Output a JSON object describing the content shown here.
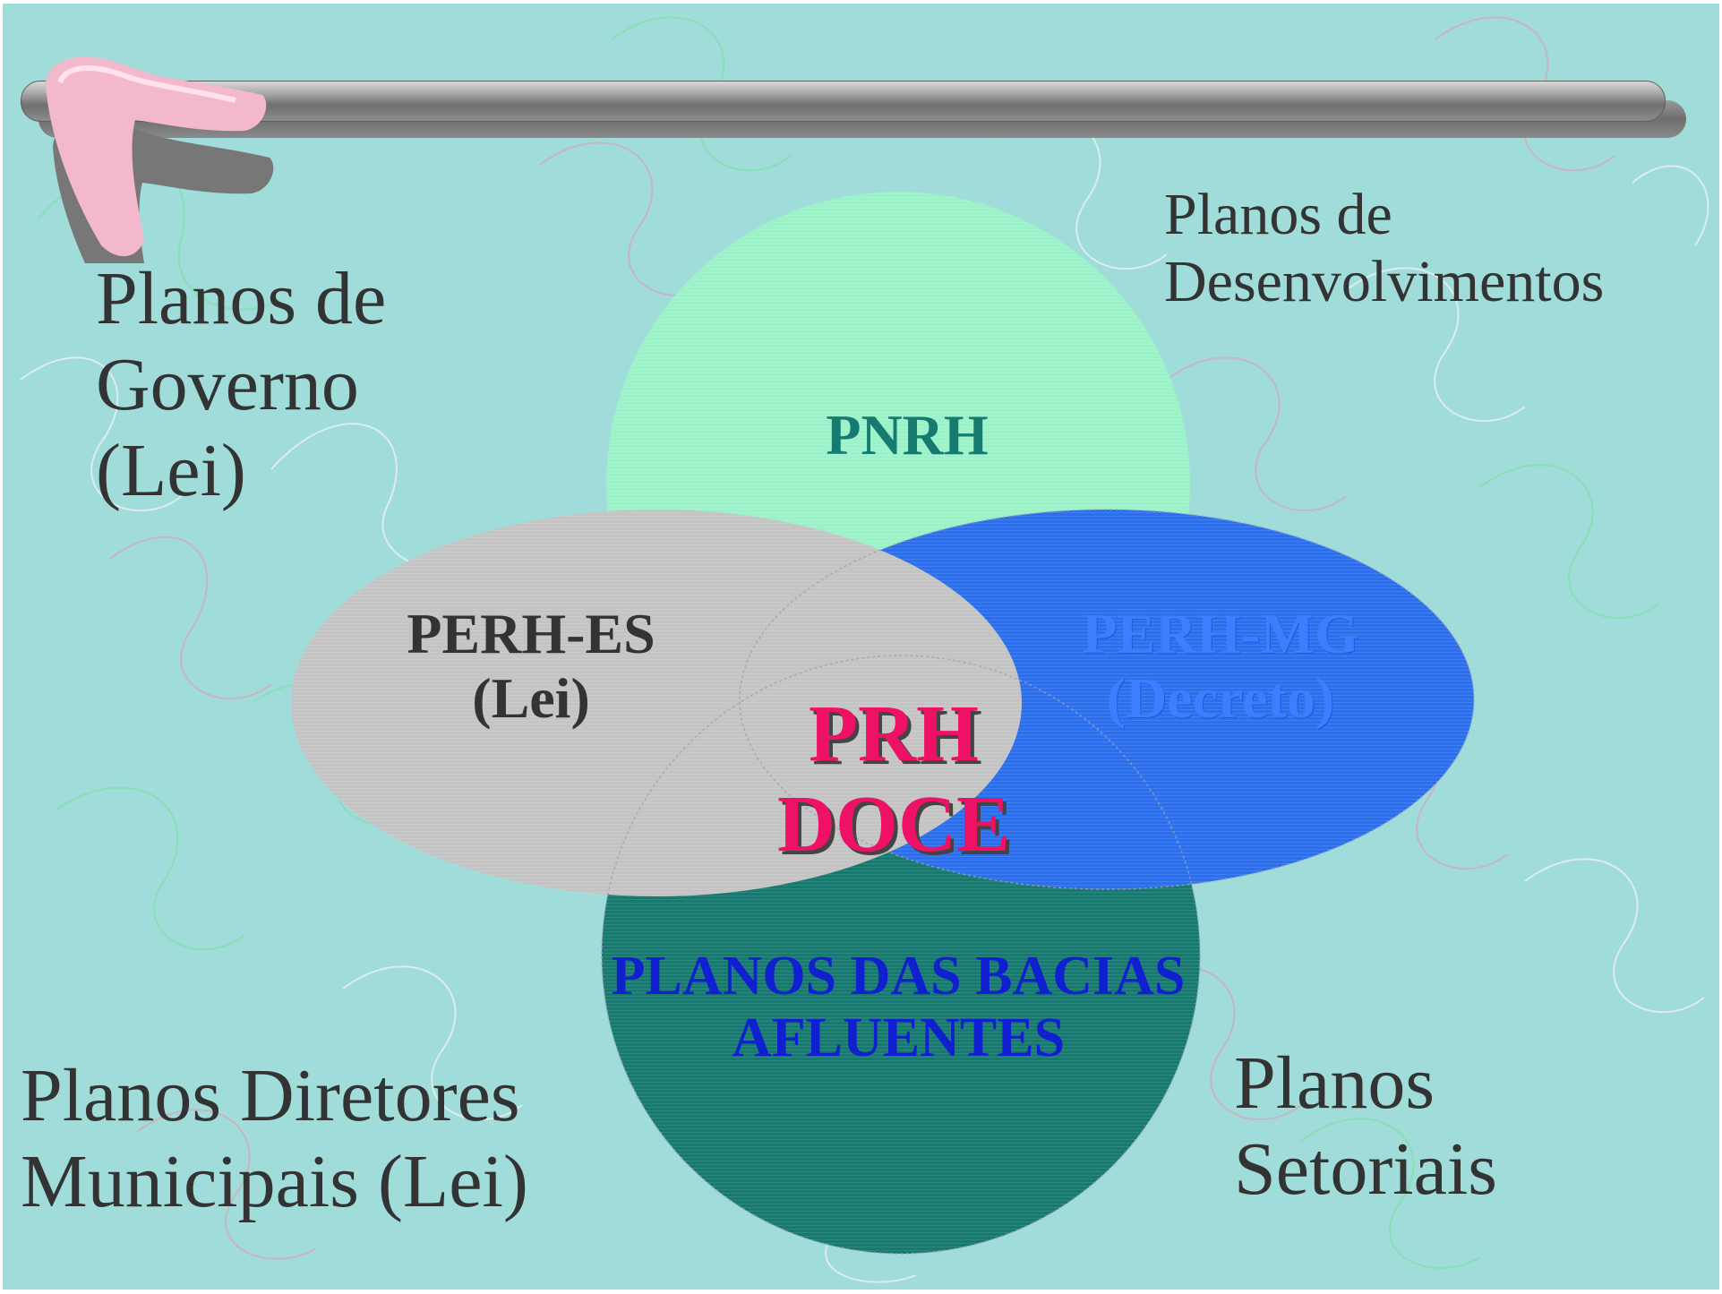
{
  "labels": {
    "planos_governo": [
      "Planos de",
      "Governo",
      "(Lei)"
    ],
    "planos_desenvolvimentos": [
      "Planos de",
      "Desenvolvimentos"
    ],
    "planos_diretores": [
      "Planos Diretores",
      "Municipais (Lei)"
    ],
    "planos_setoriais": [
      "Planos",
      "Setoriais"
    ]
  },
  "venn": {
    "pnrh": "PNRH",
    "perh_es": [
      "PERH-ES",
      "(Lei)"
    ],
    "perh_mg": [
      "PERH-MG",
      "(Decreto)"
    ],
    "prh_doce": [
      "PRH",
      "DOCE"
    ],
    "planos_bacias": [
      "PLANOS DAS BACIAS",
      "AFLUENTES"
    ]
  },
  "colors": {
    "background": "#a0dcda",
    "pnrh_circle": "#99f2c8",
    "perh_es_ellipse": "#c4c4c4",
    "perh_mg_ellipse": "#2a6ff0",
    "bacias_circle": "#157a70",
    "prh_doce_text": "#ee1166",
    "bacias_text": "#1020d0",
    "label_text": "#333333"
  },
  "icons": [
    "boomerang-icon",
    "title-bar-rule"
  ]
}
